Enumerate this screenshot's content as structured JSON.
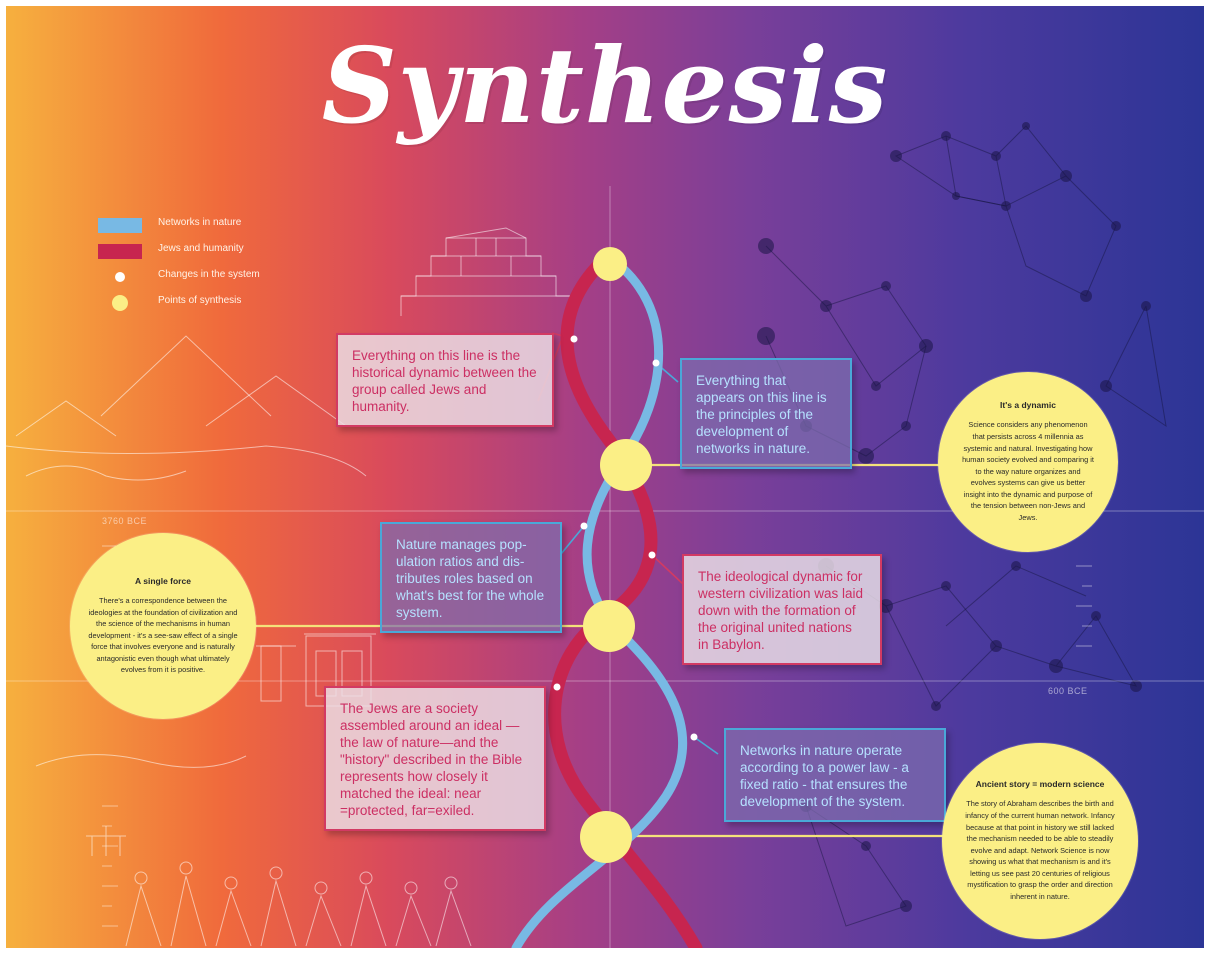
{
  "title": "Synthesis",
  "colors": {
    "nature_line": "#78b9e4",
    "humanity_line": "#c7254f",
    "synthesis_point": "#fbef86",
    "change_point": "#ffffff"
  },
  "legend": [
    {
      "label": "Networks in nature",
      "marker": "blue-bar"
    },
    {
      "label": "Jews and humanity",
      "marker": "red-bar"
    },
    {
      "label": "Changes in the system",
      "marker": "white-dot"
    },
    {
      "label": "Points of synthesis",
      "marker": "yellow-dot"
    }
  ],
  "axis_labels": {
    "left": "3760 BCE",
    "right": "600 BCE"
  },
  "callouts": {
    "humanity_top": "Everything on this line is the historical dynamic between the group called Jews and humanity.",
    "nature_top": "Everything that appears on this line is the principles of the development of networks in nature.",
    "nature_mid": "Nature manages pop-ulation ratios and dis-tributes roles based on what's best for the whole system.",
    "humanity_mid": "The ideological dynamic for western civilization was laid down with the formation of the original united nations in Babylon.",
    "humanity_bottom": "The Jews are a society assembled around an ideal —the law of nature—and the \"history\" described in the Bible represents how closely it matched the ideal: near =protected, far=exiled.",
    "nature_bottom": "Networks in nature operate according to a power law - a fixed ratio - that ensures the development of the system."
  },
  "info_circles": {
    "dynamic": {
      "heading": "It's a dynamic",
      "body": "Science considers any phenomenon that persists across 4 millennia as systemic and natural. Investigating how human society evolved and comparing it to the way nature organizes and evolves systems can give us better insight into the dynamic and purpose of the tension between non-Jews and Jews."
    },
    "single_force": {
      "heading": "A single force",
      "body": "There's a correspondence between the ideologies at the foundation of civilization and the science of the mechanisms in human development - it's a see-saw effect of a single force that involves everyone and is naturally antagonistic even though what ultimately evolves from it is positive."
    },
    "ancient_story": {
      "heading": "Ancient story = modern science",
      "body": "The story of Abraham describes the birth and infancy of the current human network. Infancy because at that point in history we still lacked the mechanism needed to be able to steadily evolve and adapt. Network Science is now showing us what that mechanism is and it's letting us see past 20 centuries of religious mystification to grasp the order and direction inherent in nature."
    }
  }
}
